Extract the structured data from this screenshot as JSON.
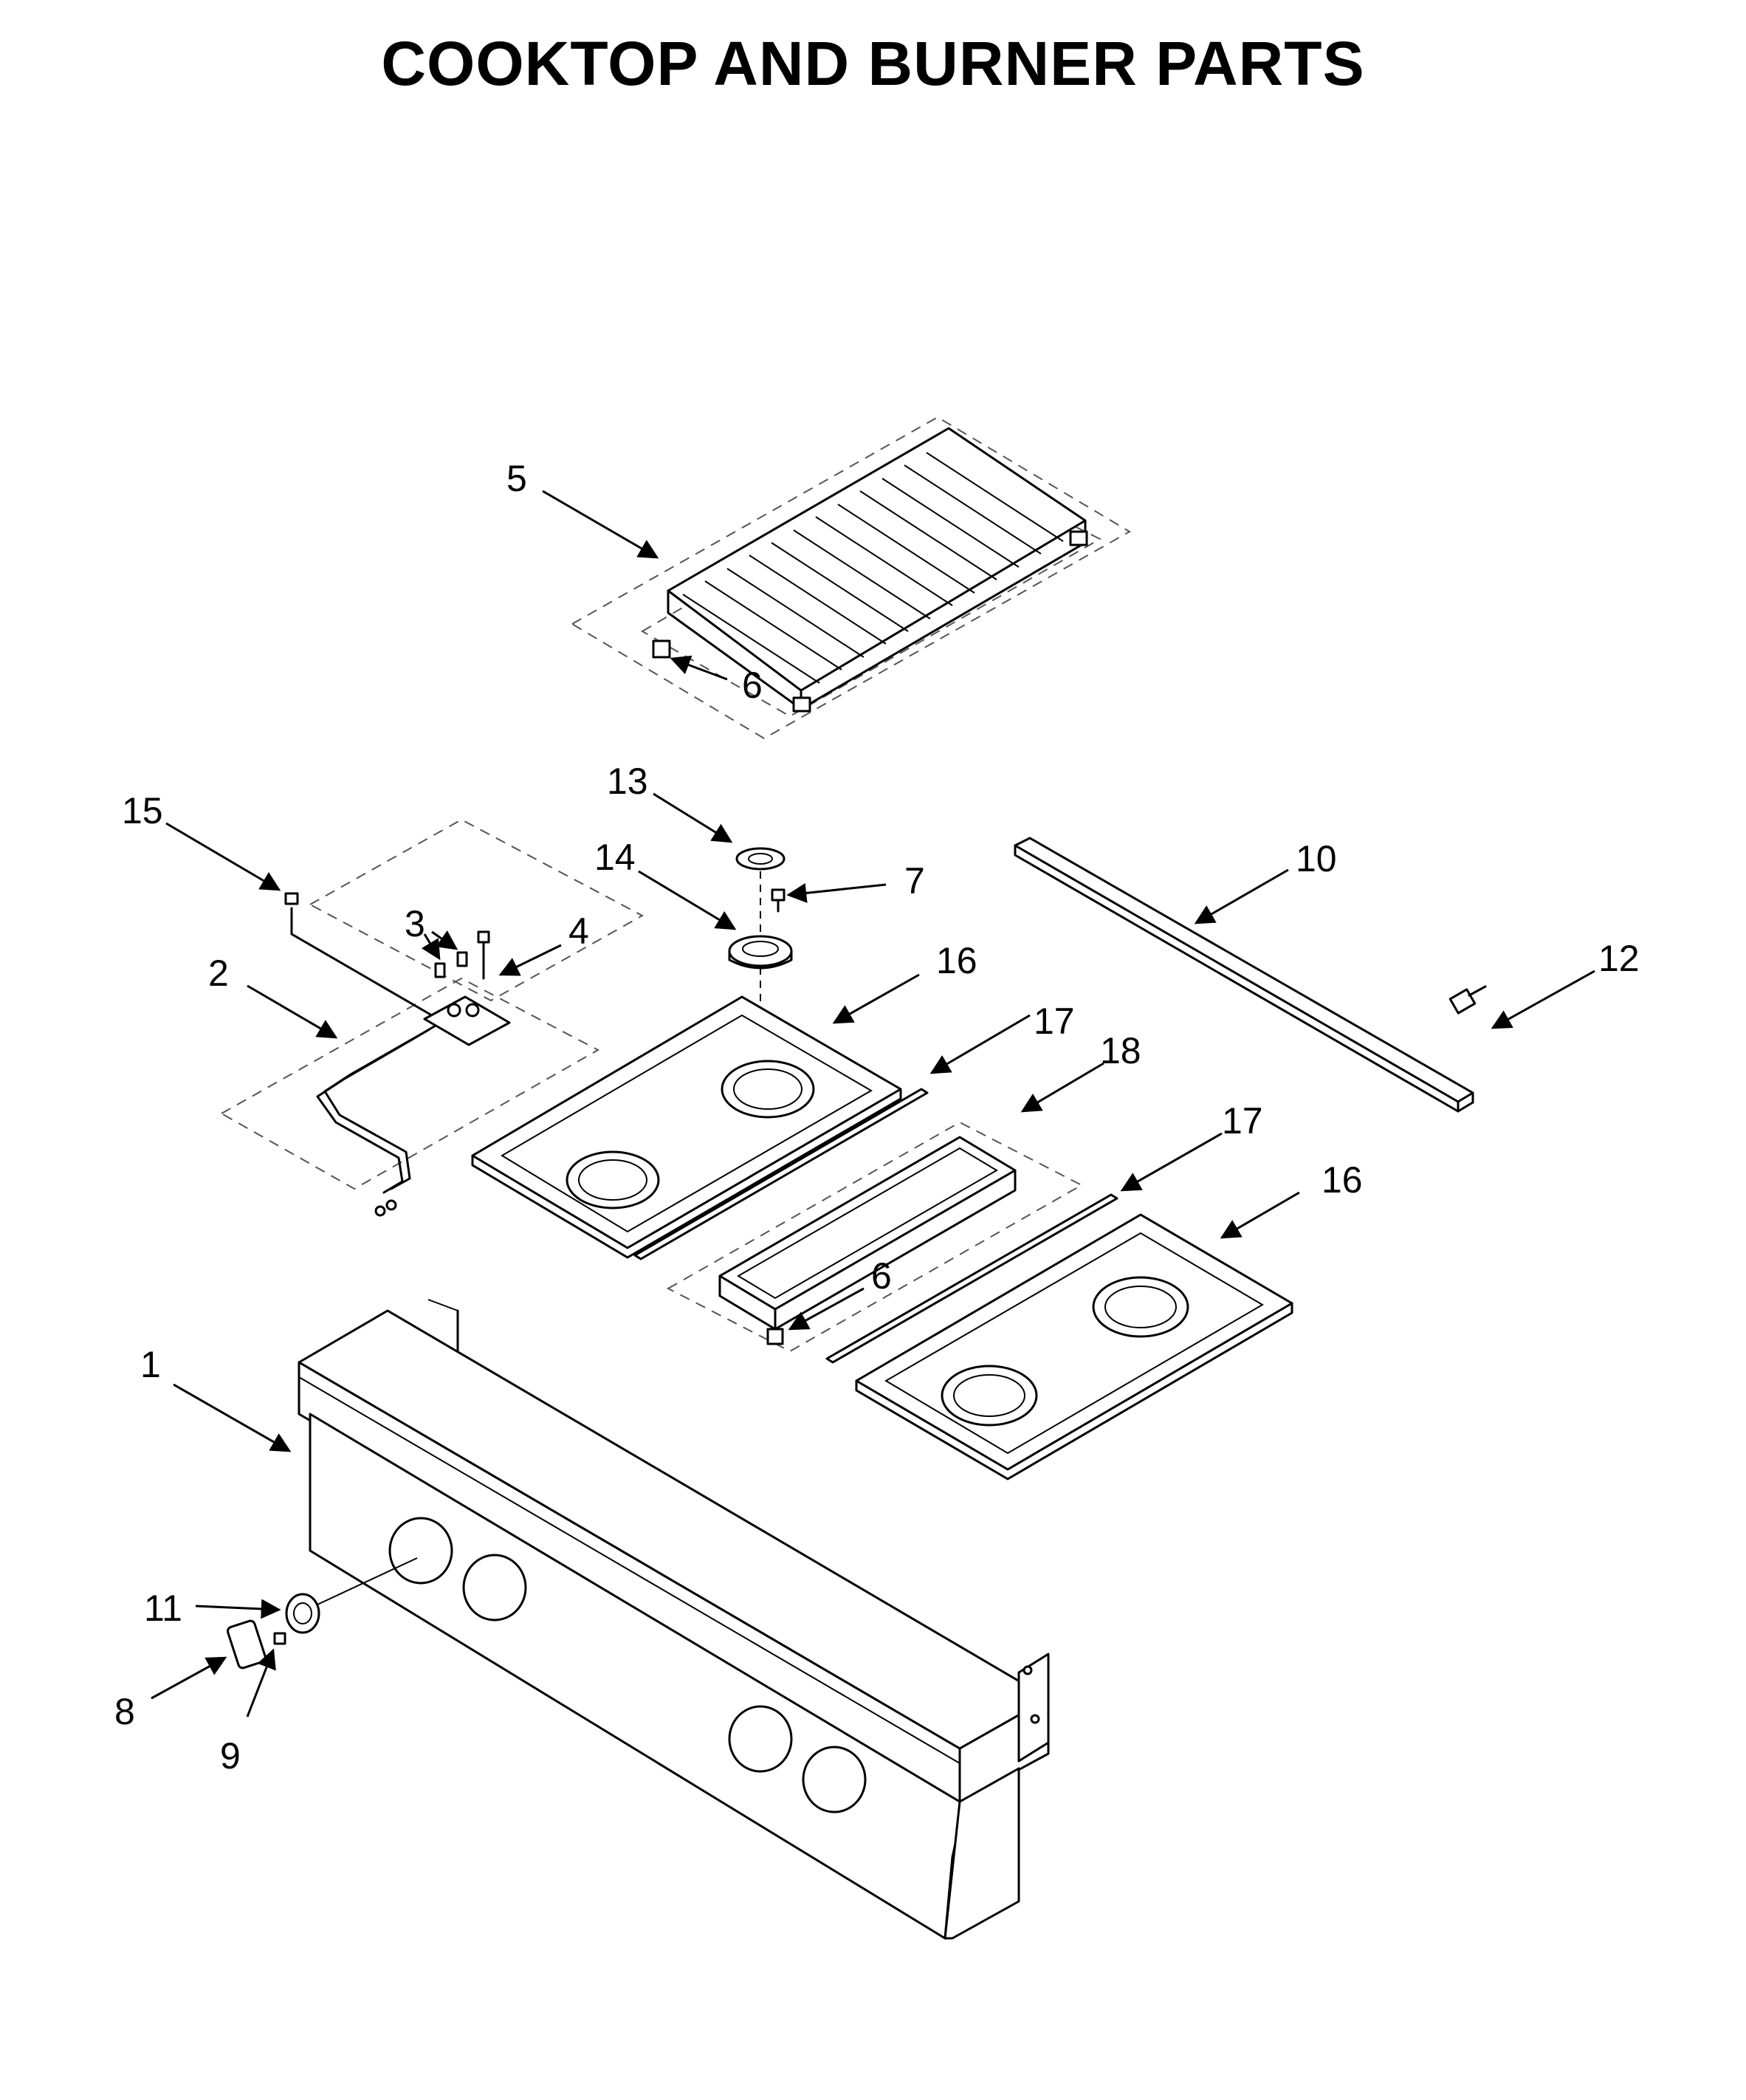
{
  "title": "COOKTOP AND BURNER PARTS",
  "callouts": {
    "c1": "1",
    "c2": "2",
    "c3": "3",
    "c4": "4",
    "c5": "5",
    "c6a": "6",
    "c6b": "6",
    "c7": "7",
    "c8": "8",
    "c9": "9",
    "c10": "10",
    "c11": "11",
    "c12": "12",
    "c13": "13",
    "c14": "14",
    "c15": "15",
    "c16a": "16",
    "c16b": "16",
    "c17a": "17",
    "c17b": "17",
    "c18": "18"
  }
}
